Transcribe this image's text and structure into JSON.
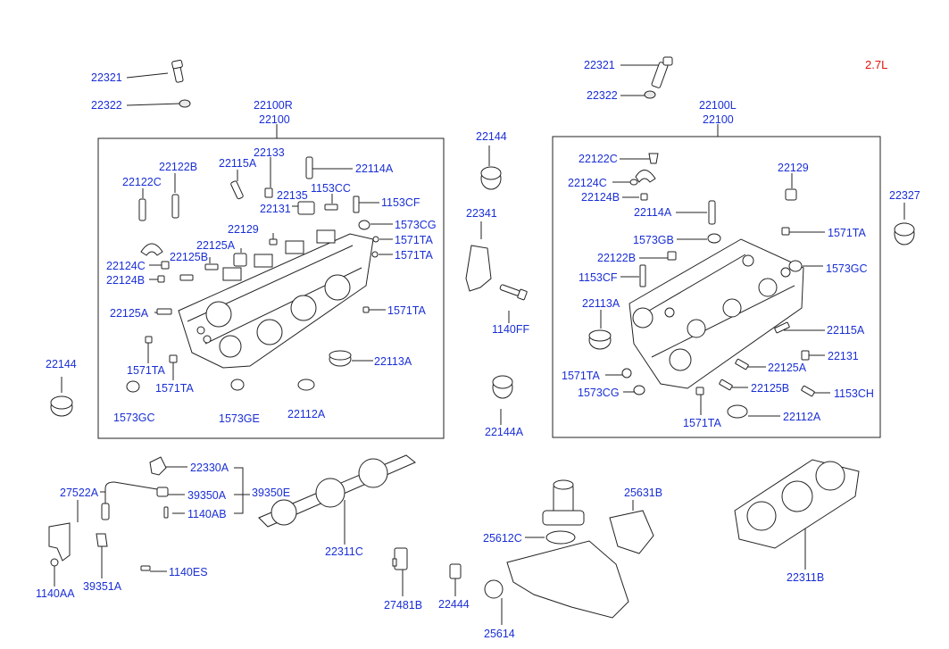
{
  "engine_label": "2.7L",
  "labels": {
    "l22321a": "22321",
    "l22322a": "22322",
    "l22100r": "22100R",
    "l22100a": "22100",
    "l22133": "22133",
    "l22115a_1": "22115A",
    "l22114a_1": "22114A",
    "l22122b_1": "22122B",
    "l22122c_1": "22122C",
    "l1153cc": "1153CC",
    "l22135": "22135",
    "l1153cf_1": "1153CF",
    "l22131_1": "22131",
    "l1573cg_1": "1573CG",
    "l22129_1": "22129",
    "l1571ta_1": "1571TA",
    "l22125a_1": "22125A",
    "l1571ta_2": "1571TA",
    "l22125b_1": "22125B",
    "l22124c_1": "22124C",
    "l22124b_1": "22124B",
    "l22125a_2": "22125A",
    "l1571ta_3": "1571TA",
    "l22144_l": "22144",
    "l1571ta_4": "1571TA",
    "l1571ta_5": "1571TA",
    "l22113a_1": "22113A",
    "l1573gc_1": "1573GC",
    "l1573ge": "1573GE",
    "l22112a_1": "22112A",
    "l22144_m": "22144",
    "l22341": "22341",
    "l1140ff": "1140FF",
    "l22144a": "22144A",
    "l22321b": "22321",
    "l22322b": "22322",
    "l22100l": "22100L",
    "l22100b": "22100",
    "l22122c_2": "22122C",
    "l22124c_2": "22124C",
    "l22124b_2": "22124B",
    "l22129_2": "22129",
    "l22327": "22327",
    "l22114a_2": "22114A",
    "l1571ta_6": "1571TA",
    "l1573gb": "1573GB",
    "l22122b_2": "22122B",
    "l1573gc_2": "1573GC",
    "l1153cf_2": "1153CF",
    "l22113a_2": "22113A",
    "l22115a_2": "22115A",
    "l22131_2": "22131",
    "l22125a_3": "22125A",
    "l1571ta_7": "1571TA",
    "l22125b_2": "22125B",
    "l1573cg_2": "1573CG",
    "l1153ch": "1153CH",
    "l1571ta_8": "1571TA",
    "l22112a_2": "22112A",
    "l22330a": "22330A",
    "l27522a": "27522A",
    "l39350a": "39350A",
    "l39350e": "39350E",
    "l1140ab": "1140AB",
    "l1140aa": "1140AA",
    "l39351a": "39351A",
    "l1140es": "1140ES",
    "l22311c": "22311C",
    "l25631b": "25631B",
    "l25612c": "25612C",
    "l27481b": "27481B",
    "l22444": "22444",
    "l25614": "25614",
    "l22311b": "22311B"
  }
}
